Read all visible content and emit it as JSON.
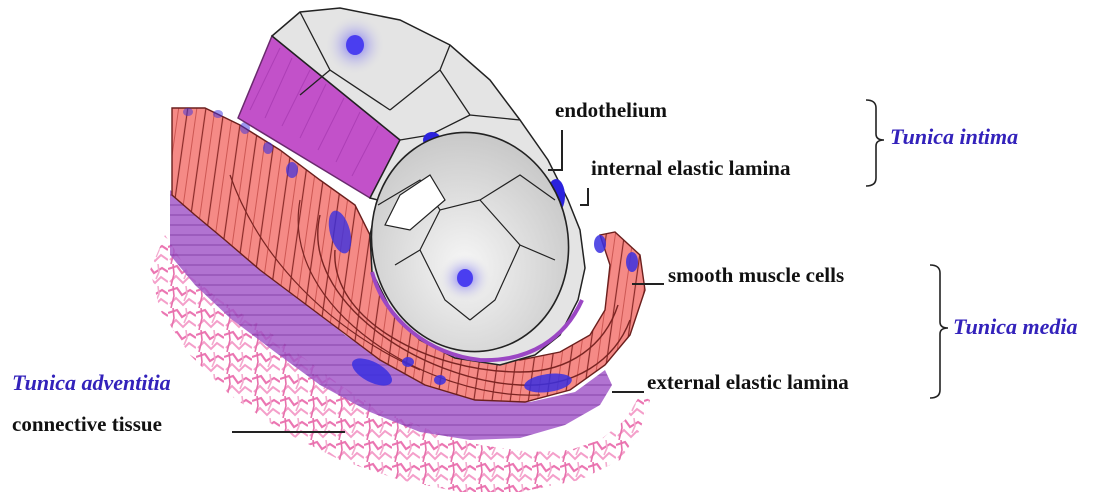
{
  "colors": {
    "tunica_label": "#3322bb",
    "label_text": "#111111",
    "endothelium_fill": "#e4e4e4",
    "nucleus": "#2b22dd",
    "elastic_lamina": "#b25bd6",
    "smooth_muscle": "#f07a78",
    "smooth_muscle_light": "#f8a7a1",
    "connective_tissue": "#ef8fbf",
    "leader_line": "#222222"
  },
  "labels": {
    "endothelium": "endothelium",
    "internal_elastic_lamina": "internal elastic lamina",
    "smooth_muscle_cells": "smooth muscle cells",
    "external_elastic_lamina": "external elastic lamina",
    "connective_tissue": "connective tissue"
  },
  "tunics": {
    "intima": "Tunica intima",
    "media": "Tunica media",
    "adventitia": "Tunica adventitia"
  }
}
